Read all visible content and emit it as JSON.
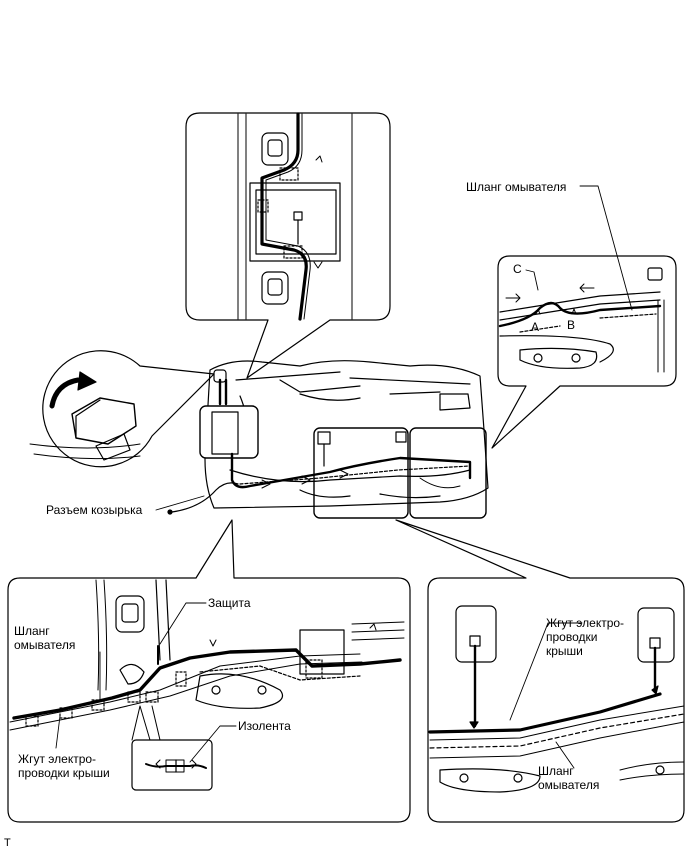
{
  "labels": {
    "washer_hose_top": "Шланг омывателя",
    "letter_c": "C",
    "letter_a": "A",
    "letter_b": "B",
    "visor_connector": "Разъем козырька",
    "protector": "Защита",
    "washer_hose_left": [
      "Шланг",
      "омывателя"
    ],
    "roof_harness_left": [
      "Жгут электро-",
      "проводки крыши"
    ],
    "insulating_tape": "Изолента",
    "roof_harness_right": [
      "Жгут электро-",
      "проводки",
      "крыши"
    ],
    "washer_hose_right": [
      "Шланг",
      "омывателя"
    ],
    "corner_mark": "T"
  }
}
